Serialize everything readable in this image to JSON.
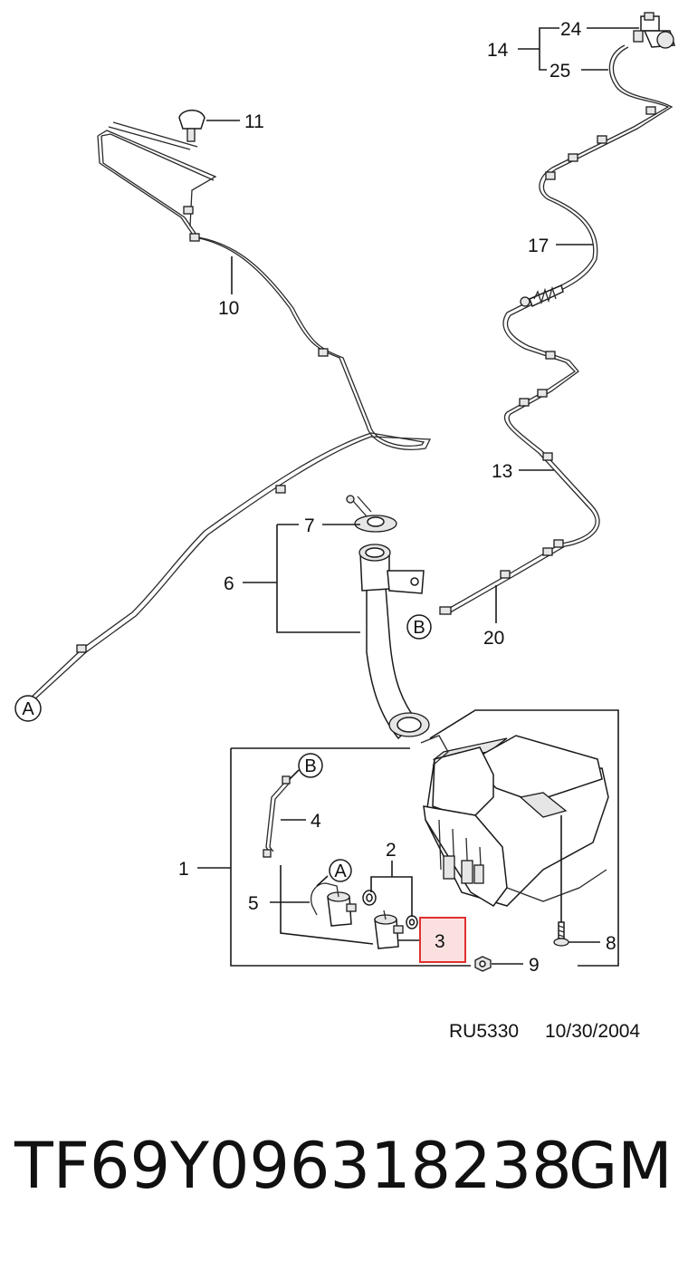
{
  "callouts": {
    "c1": "1",
    "c2": "2",
    "c3": "3",
    "c4": "4",
    "c5": "5",
    "c6": "6",
    "c7": "7",
    "c8": "8",
    "c9": "9",
    "c10": "10",
    "c11": "11",
    "c13": "13",
    "c14": "14",
    "c17": "17",
    "c20": "20",
    "c24": "24",
    "c25": "25"
  },
  "connectors": {
    "a": "A",
    "b": "B"
  },
  "reference": {
    "code": "RU5330",
    "date": "10/30/2004"
  },
  "footer": {
    "part_number": "TF69Y096318238",
    "brand": "GM"
  },
  "highlight": {
    "color": "#e03030",
    "fill": "#fbe0e0"
  }
}
